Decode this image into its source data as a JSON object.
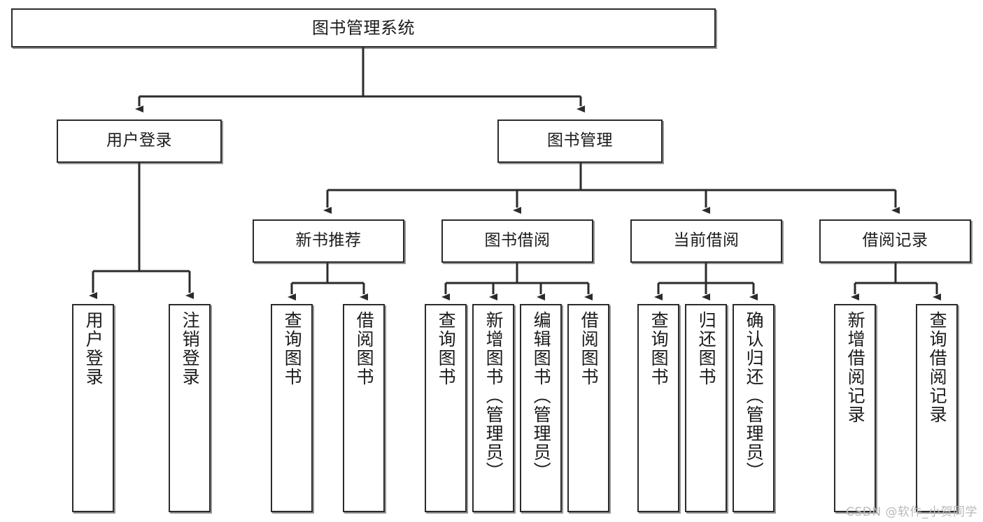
{
  "diagram": {
    "title": "图书管理系统",
    "type": "tree-hierarchy",
    "watermark": "CSDN @软件_小贺同学",
    "colors": {
      "stroke": "#2b2b2b",
      "fill": "#ffffff",
      "text": "#1b1b1b",
      "watermark": "#b9b9b9"
    },
    "nodes": {
      "root": {
        "label": "图书管理系统"
      },
      "level2": [
        {
          "id": "user-login",
          "label": "用户登录"
        },
        {
          "id": "book-manage",
          "label": "图书管理"
        }
      ],
      "level3": [
        {
          "id": "new-book-recommend",
          "label": "新书推荐"
        },
        {
          "id": "book-borrow",
          "label": "图书借阅"
        },
        {
          "id": "current-borrow",
          "label": "当前借阅"
        },
        {
          "id": "borrow-record",
          "label": "借阅记录"
        }
      ],
      "leaves": [
        {
          "id": "leaf-user-login",
          "label": "用户登录",
          "parent": "user-login"
        },
        {
          "id": "leaf-user-logout",
          "label": "注销登录",
          "parent": "user-login"
        },
        {
          "id": "leaf-query-book-1",
          "label": "查询图书",
          "parent": "new-book-recommend"
        },
        {
          "id": "leaf-borrow-book-1",
          "label": "借阅图书",
          "parent": "new-book-recommend"
        },
        {
          "id": "leaf-query-book-2",
          "label": "查询图书",
          "parent": "book-borrow"
        },
        {
          "id": "leaf-add-book",
          "label": "新增图书（管理员）",
          "parent": "book-borrow"
        },
        {
          "id": "leaf-edit-book",
          "label": "编辑图书（管理员）",
          "parent": "book-borrow"
        },
        {
          "id": "leaf-borrow-book-2",
          "label": "借阅图书",
          "parent": "book-borrow"
        },
        {
          "id": "leaf-query-book-3",
          "label": "查询图书",
          "parent": "current-borrow"
        },
        {
          "id": "leaf-return-book",
          "label": "归还图书",
          "parent": "current-borrow"
        },
        {
          "id": "leaf-confirm-return",
          "label": "确认归还（管理员）",
          "parent": "current-borrow"
        },
        {
          "id": "leaf-add-record",
          "label": "新增借阅记录",
          "parent": "borrow-record"
        },
        {
          "id": "leaf-query-record",
          "label": "查询借阅记录",
          "parent": "borrow-record"
        }
      ]
    }
  }
}
